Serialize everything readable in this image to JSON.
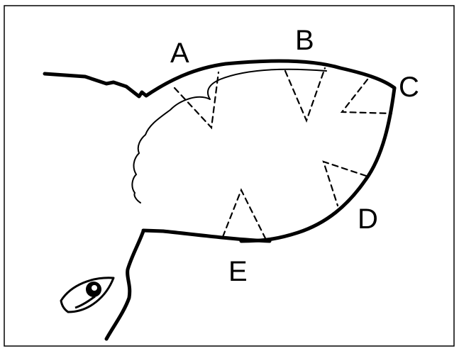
{
  "labels": {
    "a": "A",
    "b": "B",
    "c": "C",
    "d": "D",
    "e": "E"
  },
  "colors": {
    "ink": "#000000",
    "background": "#ffffff"
  },
  "icons": {
    "eye": "eye-icon"
  }
}
